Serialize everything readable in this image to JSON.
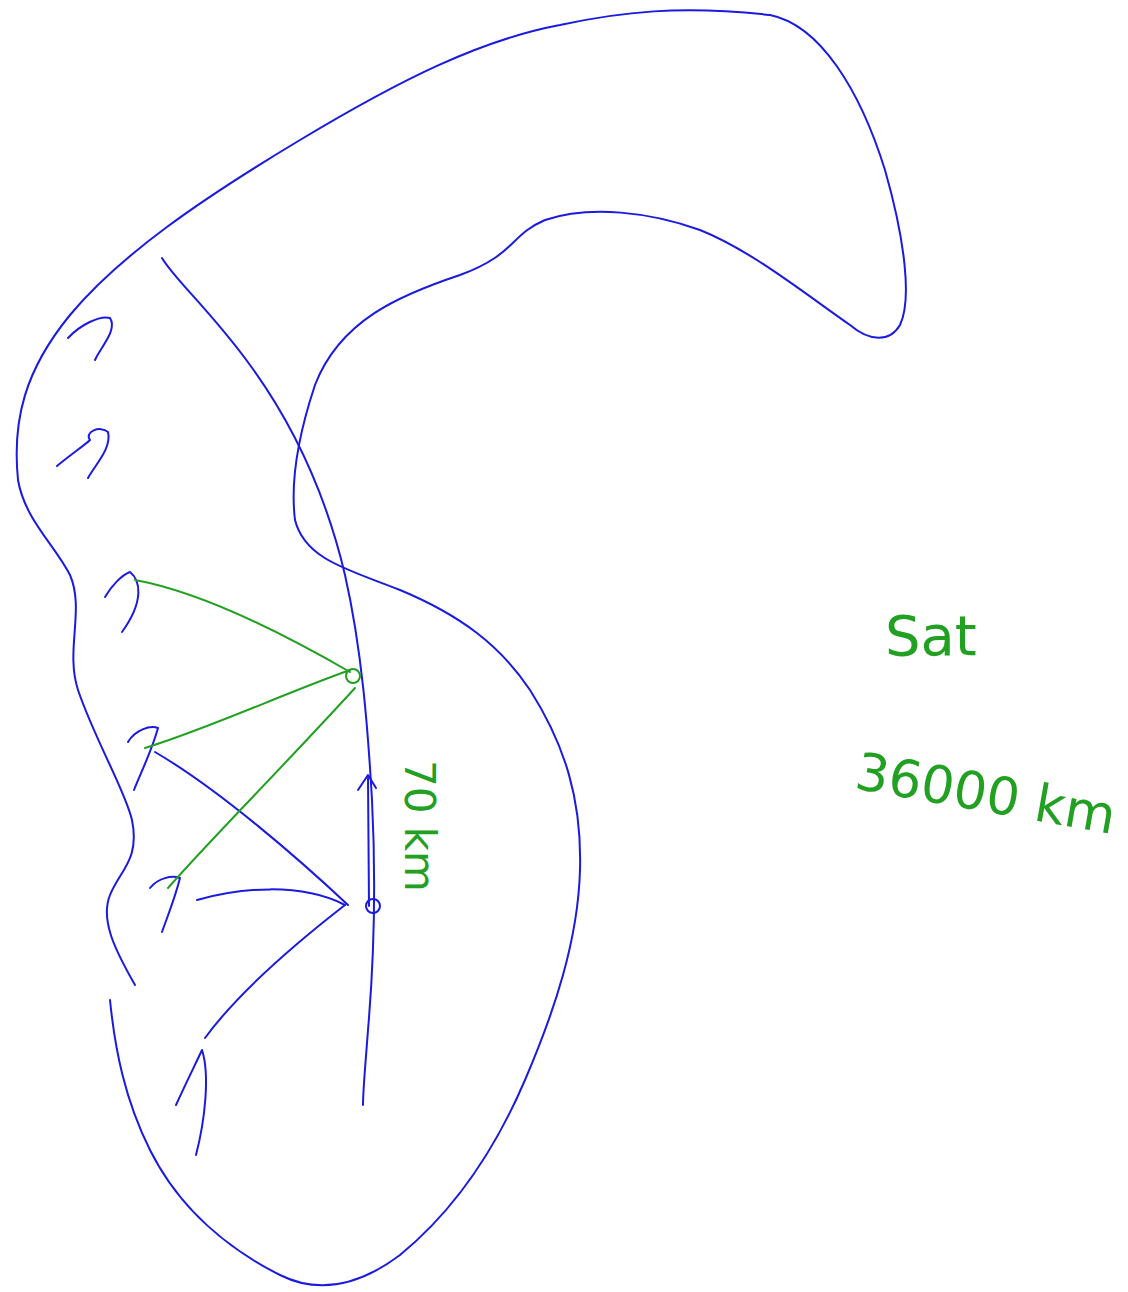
{
  "diagram": {
    "labels": [
      "70 km",
      "Sat",
      "36000 km"
    ]
  }
}
